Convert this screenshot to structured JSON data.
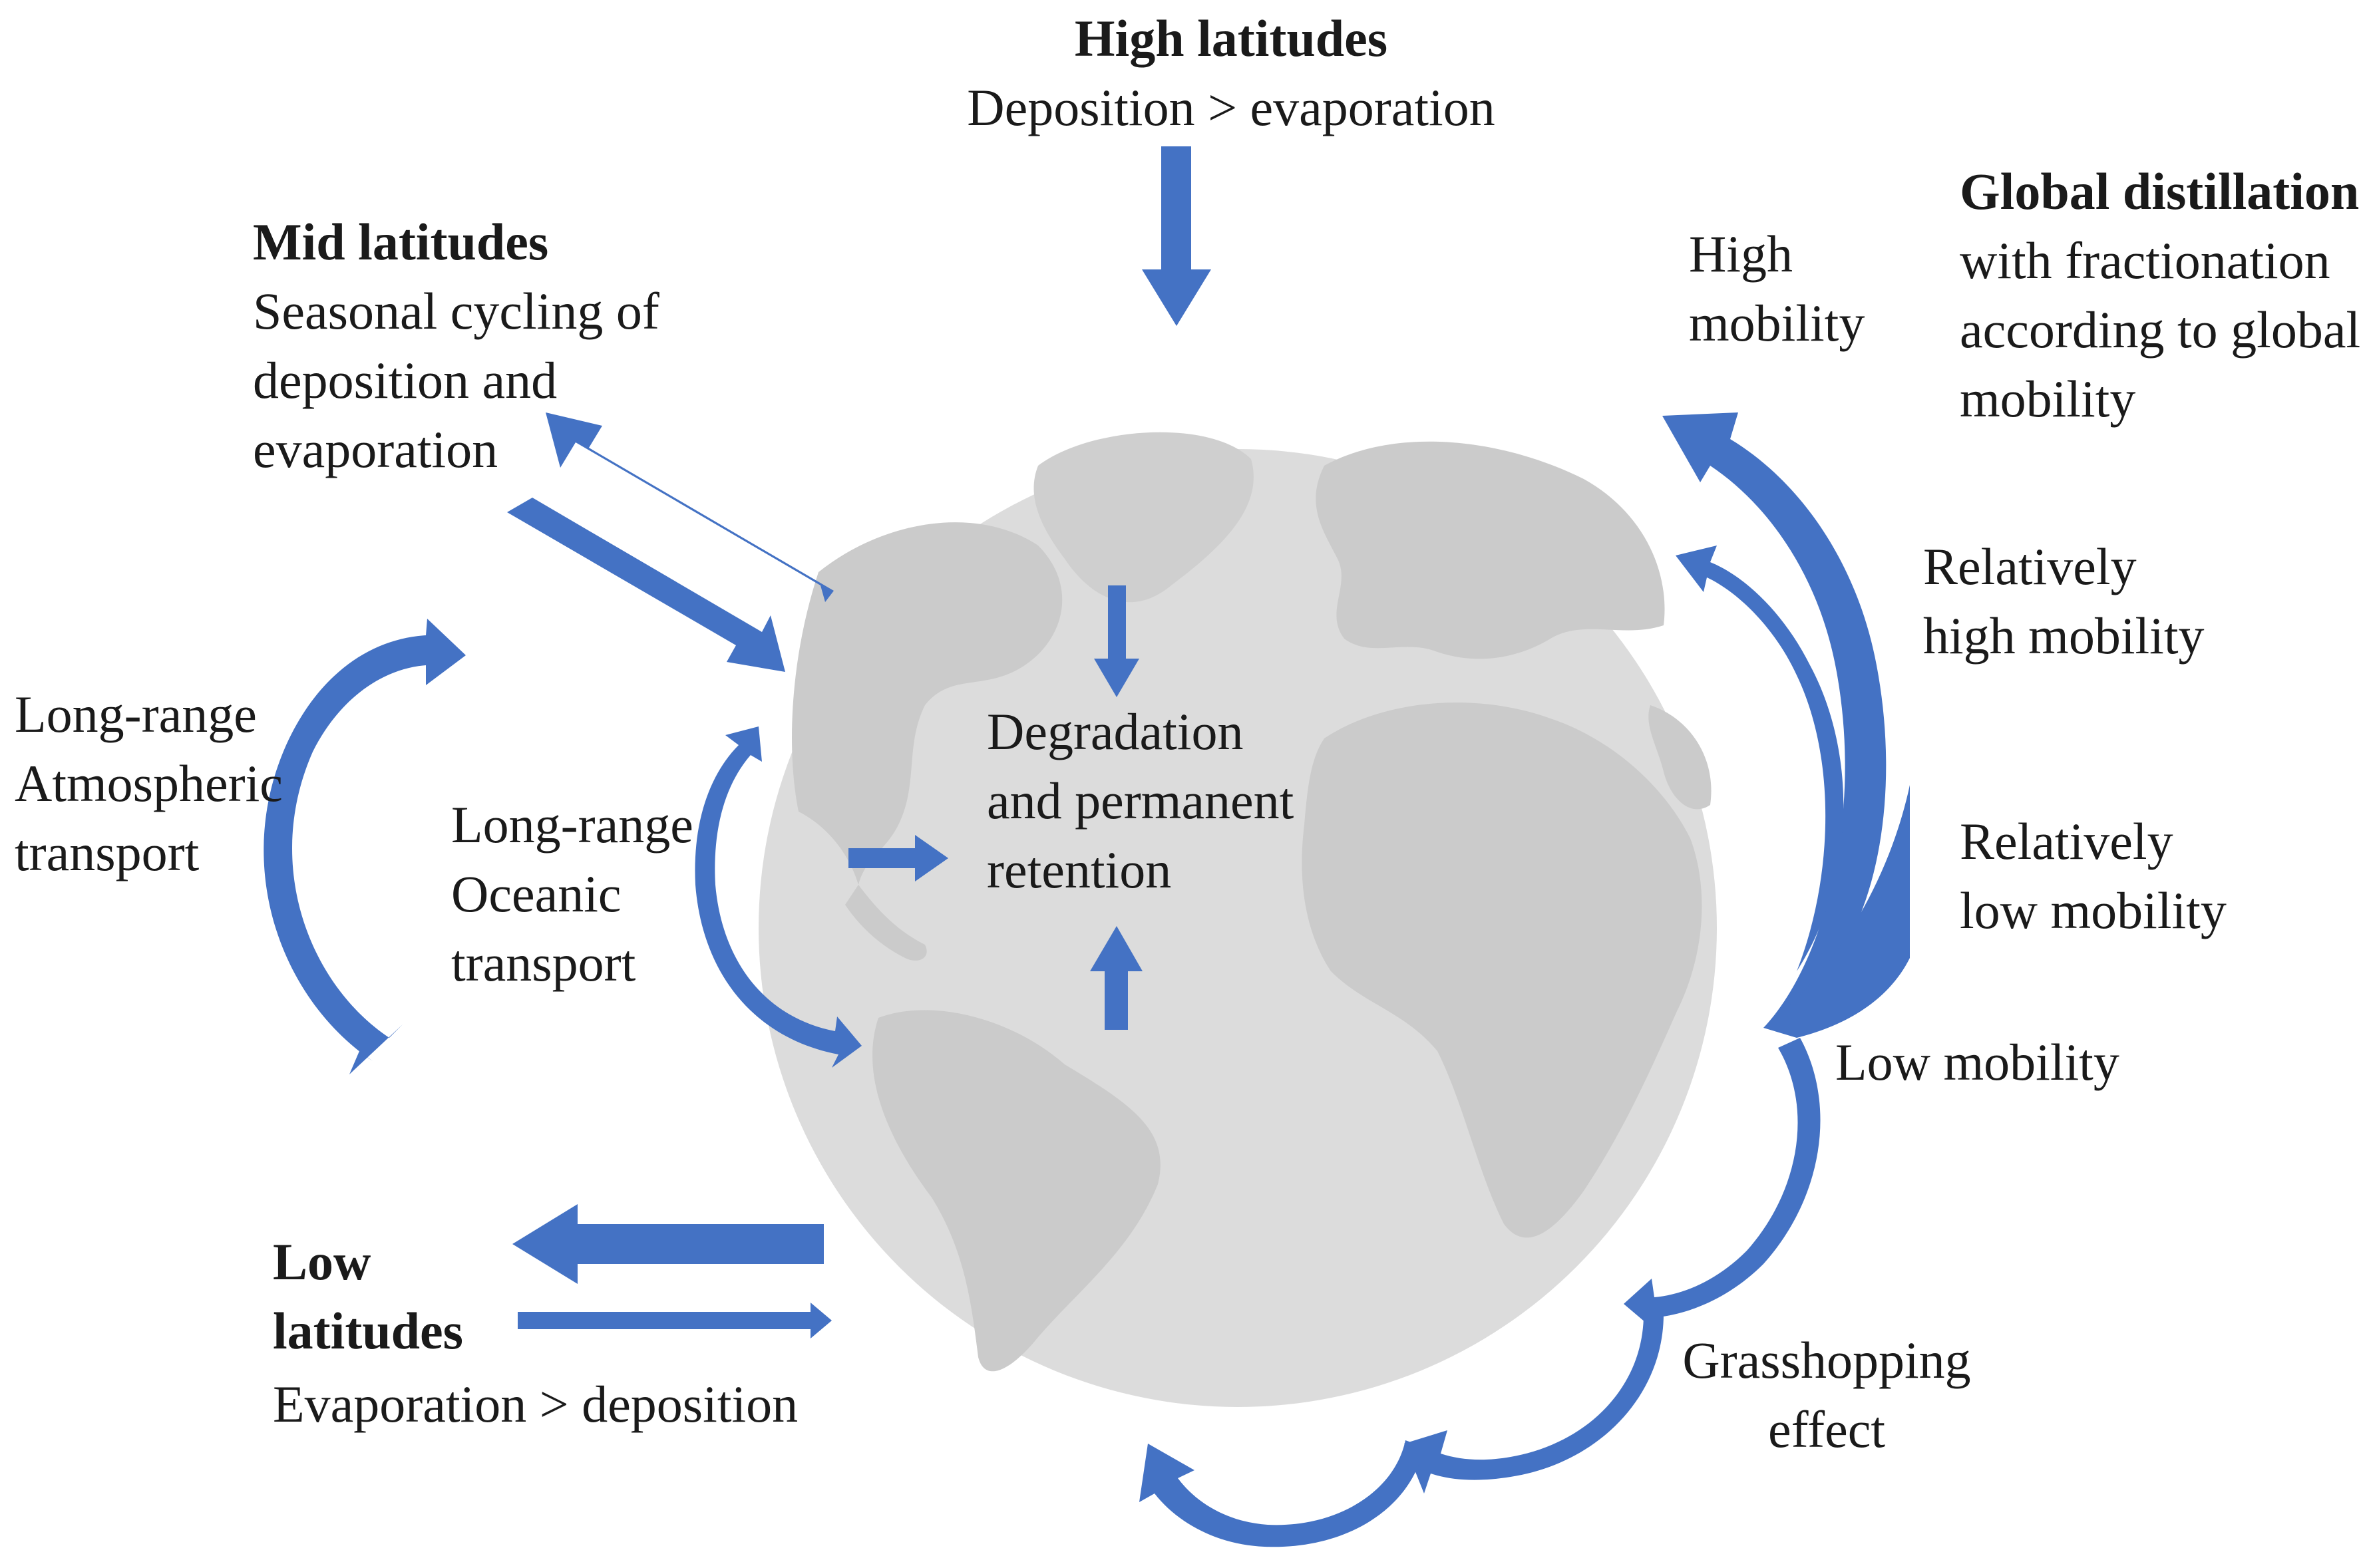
{
  "colors": {
    "arrow": "#4472C4",
    "arrow_dark": "#3a63ad",
    "globe": "#d9d9d9",
    "land": "#cbcbcb",
    "text": "#1a1a1a"
  },
  "labels": {
    "high_latitudes": {
      "title": "High latitudes",
      "lines": [
        "Deposition > evaporation"
      ]
    },
    "mid_latitudes": {
      "title": "Mid latitudes",
      "lines": [
        "Seasonal cycling of",
        "deposition and",
        "evaporation"
      ]
    },
    "low_latitudes": {
      "title": [
        "Low",
        "latitudes"
      ],
      "lines": [
        "Evaporation > deposition"
      ]
    },
    "global_distillation": {
      "title": "Global distillation",
      "lines": [
        "with fractionation",
        "according to global",
        "mobility"
      ]
    },
    "high_mobility": [
      "High",
      "mobility"
    ],
    "relatively_high_mobility": [
      "Relatively",
      "high mobility"
    ],
    "relatively_low_mobility": [
      "Relatively",
      "low mobility"
    ],
    "low_mobility": "Low mobility",
    "grasshopping": [
      "Grasshopping",
      "effect"
    ],
    "atmospheric_transport": [
      "Long-range",
      "Atmospheric",
      "transport"
    ],
    "oceanic_transport": [
      "Long-range",
      "Oceanic",
      "transport"
    ],
    "degradation": [
      "Degradation",
      "and permanent",
      "retention"
    ]
  },
  "icons": {
    "globe": "world-globe-icon",
    "arrow": "block-arrow-icon"
  }
}
